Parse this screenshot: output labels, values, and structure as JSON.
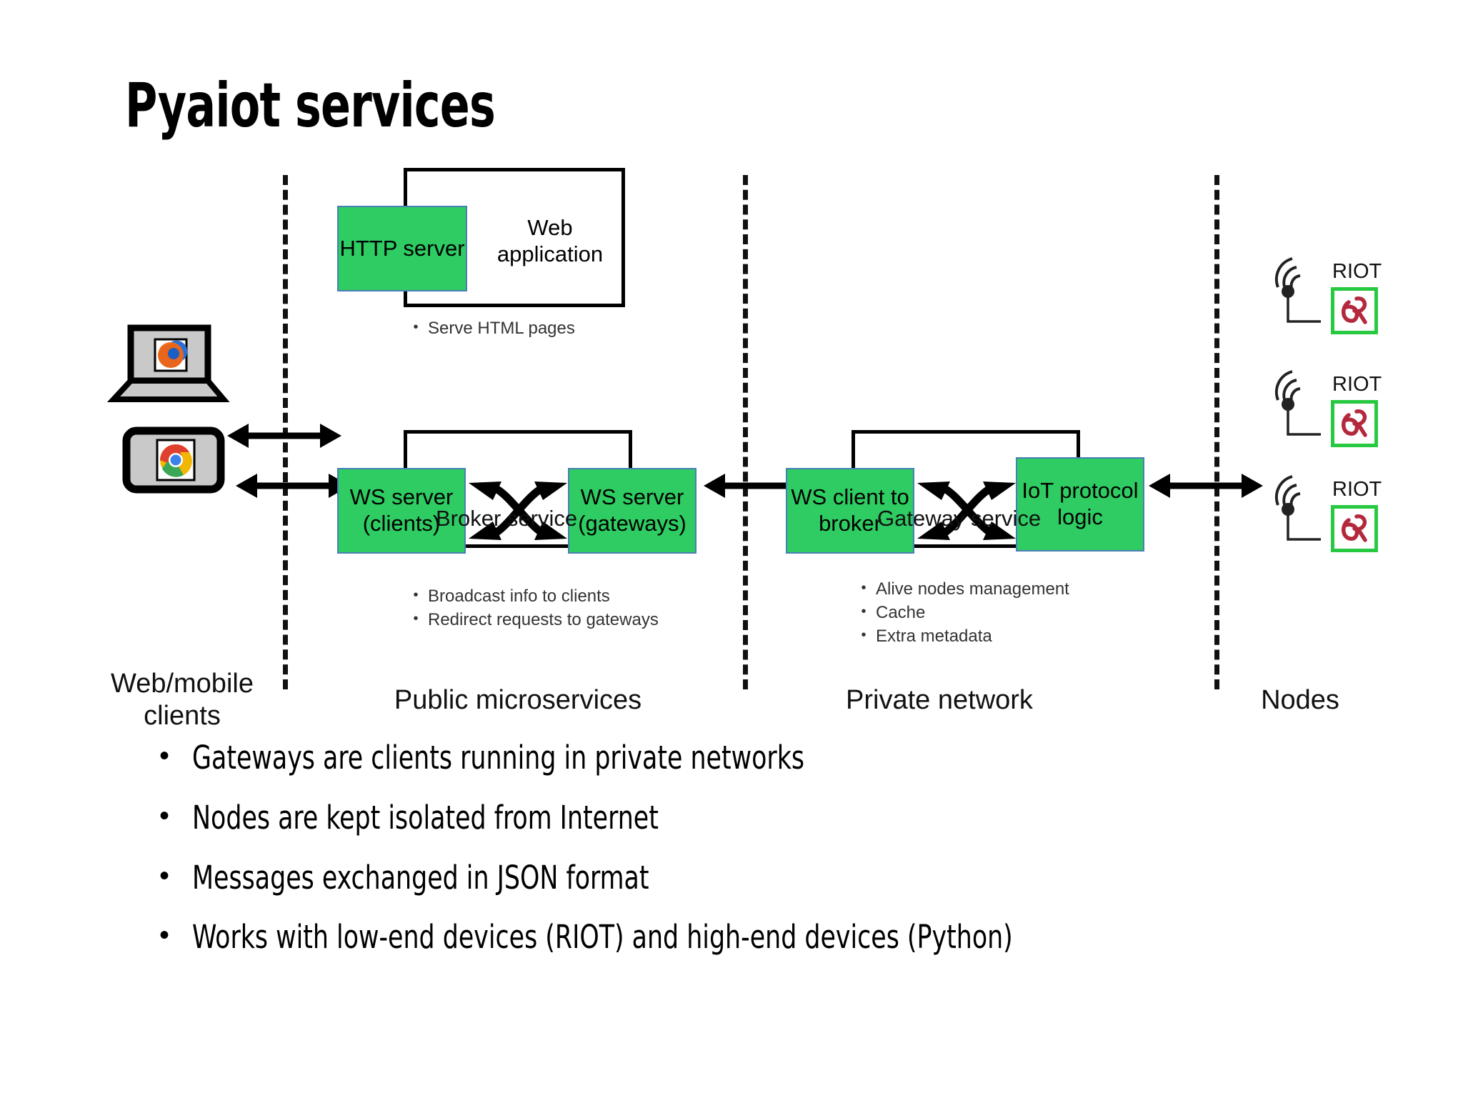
{
  "slide": {
    "title": "Pyaiot services"
  },
  "diagram": {
    "columns": [
      {
        "caption": "Web/mobile\nclients"
      },
      {
        "caption": "Public microservices"
      },
      {
        "caption": "Private network"
      },
      {
        "caption": "Nodes"
      }
    ],
    "clients": [
      {
        "device": "laptop",
        "browser": "firefox-logo"
      },
      {
        "device": "tablet",
        "browser": "chrome-logo"
      }
    ],
    "web_service": {
      "http_server": "HTTP\nserver",
      "web_application": "Web\napplication",
      "bullets": [
        "Serve HTML pages"
      ]
    },
    "broker_service": {
      "label": "Broker service",
      "left_box": "WS server\n(clients)",
      "right_box": "WS server\n(gateways)",
      "bullets": [
        "Broadcast info to clients",
        "Redirect requests to gateways"
      ]
    },
    "gateway_service": {
      "label": "Gateway service",
      "left_box": "WS client\nto broker",
      "right_box": "IoT\nprotocol\nlogic",
      "bullets": [
        "Alive nodes management",
        "Cache",
        "Extra metadata"
      ]
    },
    "nodes": [
      {
        "label": "RIOT"
      },
      {
        "label": "RIOT"
      },
      {
        "label": "RIOT"
      }
    ],
    "colors": {
      "box_fill": "#2ECC62",
      "box_border": "#4a7fb5",
      "riot_border": "#27c940",
      "riot_logo": "#b4283c",
      "line": "#000000"
    }
  },
  "bullets": [
    "Gateways are clients running in private networks",
    "Nodes are kept isolated from Internet",
    "Messages exchanged in JSON format",
    "Works with low-end devices (RIOT) and high-end devices (Python)"
  ],
  "bullet_marker": "•"
}
